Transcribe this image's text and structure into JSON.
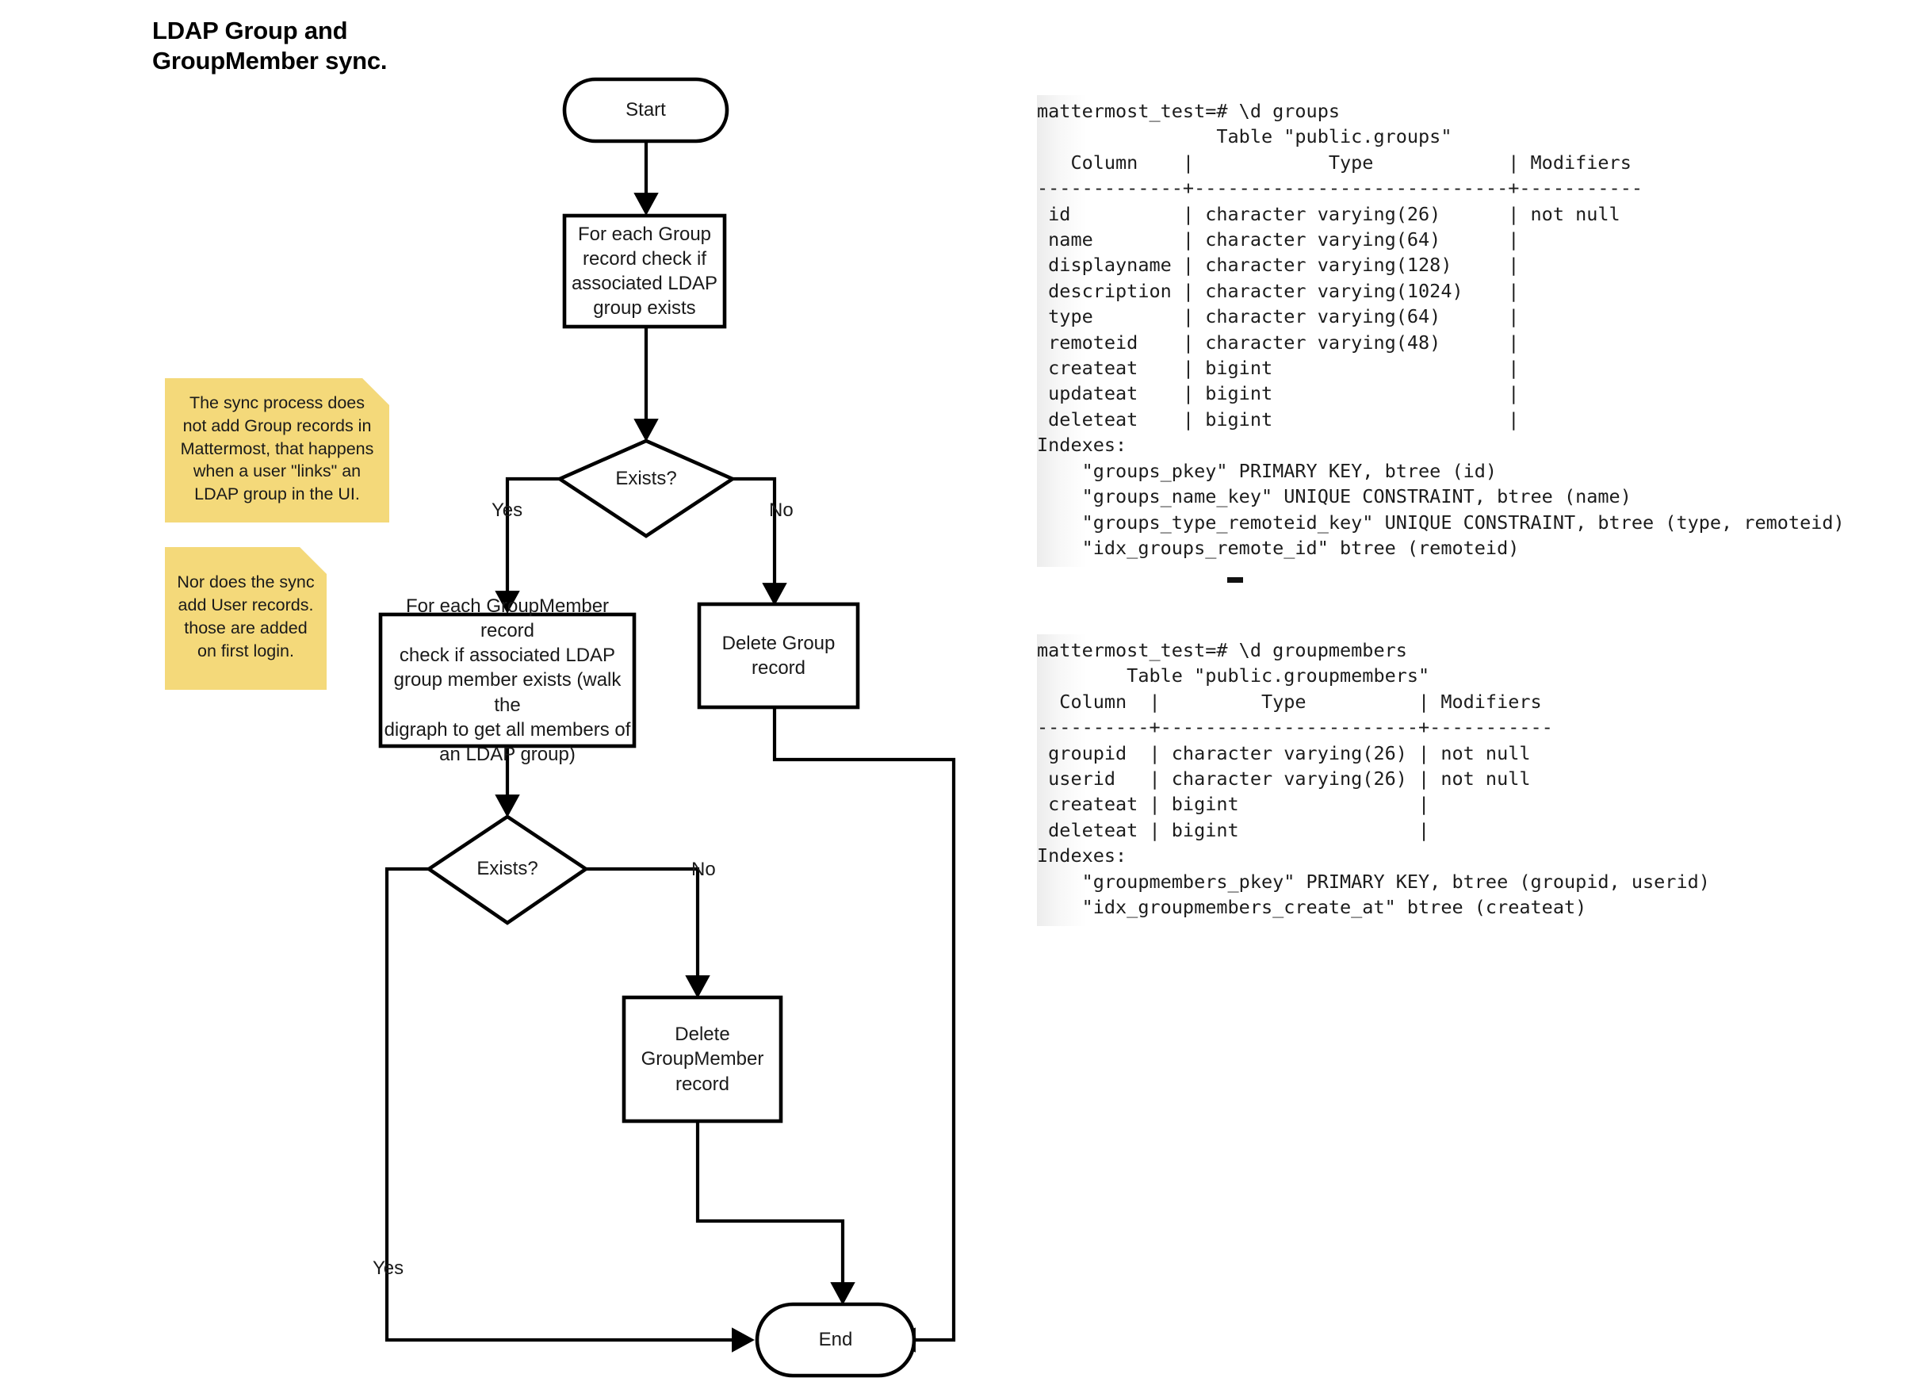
{
  "title": {
    "line1": "LDAP Group and",
    "line2": "GroupMember sync."
  },
  "flowchart": {
    "nodes": {
      "start": {
        "label": "Start",
        "shape": "terminator"
      },
      "check_group": {
        "label": "For each Group\nrecord check if\nassociated LDAP\ngroup exists",
        "shape": "process"
      },
      "exists_1": {
        "label": "Exists?",
        "shape": "decision"
      },
      "check_groupmember": {
        "label": "For each GroupMember record\ncheck if associated LDAP\ngroup member exists (walk the\ndigraph to get all members of\nan LDAP group)",
        "shape": "process"
      },
      "delete_group": {
        "label": "Delete Group\nrecord",
        "shape": "process"
      },
      "exists_2": {
        "label": "Exists?",
        "shape": "decision"
      },
      "delete_groupmember": {
        "label": "Delete\nGroupMember\nrecord",
        "shape": "process"
      },
      "end": {
        "label": "End",
        "shape": "terminator"
      }
    },
    "edge_labels": {
      "exists1_yes": "Yes",
      "exists1_no": "No",
      "exists2_yes": "Yes",
      "exists2_no": "No"
    }
  },
  "notes": [
    {
      "id": "note-sync-no-group-records",
      "text": "The sync process does\nnot add Group records in\nMattermost, that happens\nwhen a user \"links\" an\nLDAP group in the UI."
    },
    {
      "id": "note-sync-no-user-records",
      "text": "Nor does the sync\nadd User records.\nthose are added\non first login."
    }
  ],
  "terminals": [
    {
      "id": "groups-table",
      "prompt": "mattermost_test=# \\d groups",
      "text": "mattermost_test=# \\d groups\n                Table \"public.groups\"\n   Column    |            Type            | Modifiers\n-------------+----------------------------+-----------\n id          | character varying(26)      | not null\n name        | character varying(64)      |\n displayname | character varying(128)     |\n description | character varying(1024)    |\n type        | character varying(64)      |\n remoteid    | character varying(48)      |\n createat    | bigint                     |\n updateat    | bigint                     |\n deleteat    | bigint                     |\nIndexes:\n    \"groups_pkey\" PRIMARY KEY, btree (id)\n    \"groups_name_key\" UNIQUE CONSTRAINT, btree (name)\n    \"groups_type_remoteid_key\" UNIQUE CONSTRAINT, btree (type, remoteid)\n    \"idx_groups_remote_id\" btree (remoteid)"
    },
    {
      "id": "groupmembers-table",
      "prompt": "mattermost_test=# \\d groupmembers",
      "text": "mattermost_test=# \\d groupmembers\n        Table \"public.groupmembers\"\n  Column  |         Type          | Modifiers\n----------+-----------------------+-----------\n groupid  | character varying(26) | not null\n userid   | character varying(26) | not null\n createat | bigint                |\n deleteat | bigint                |\nIndexes:\n    \"groupmembers_pkey\" PRIMARY KEY, btree (groupid, userid)\n    \"idx_groupmembers_create_at\" btree (createat)"
    }
  ],
  "colors": {
    "stroke": "#000000",
    "note_fill": "#f4d97a",
    "note_fold": "#d9bf62",
    "text": "#1a1a1a",
    "background": "#ffffff"
  }
}
